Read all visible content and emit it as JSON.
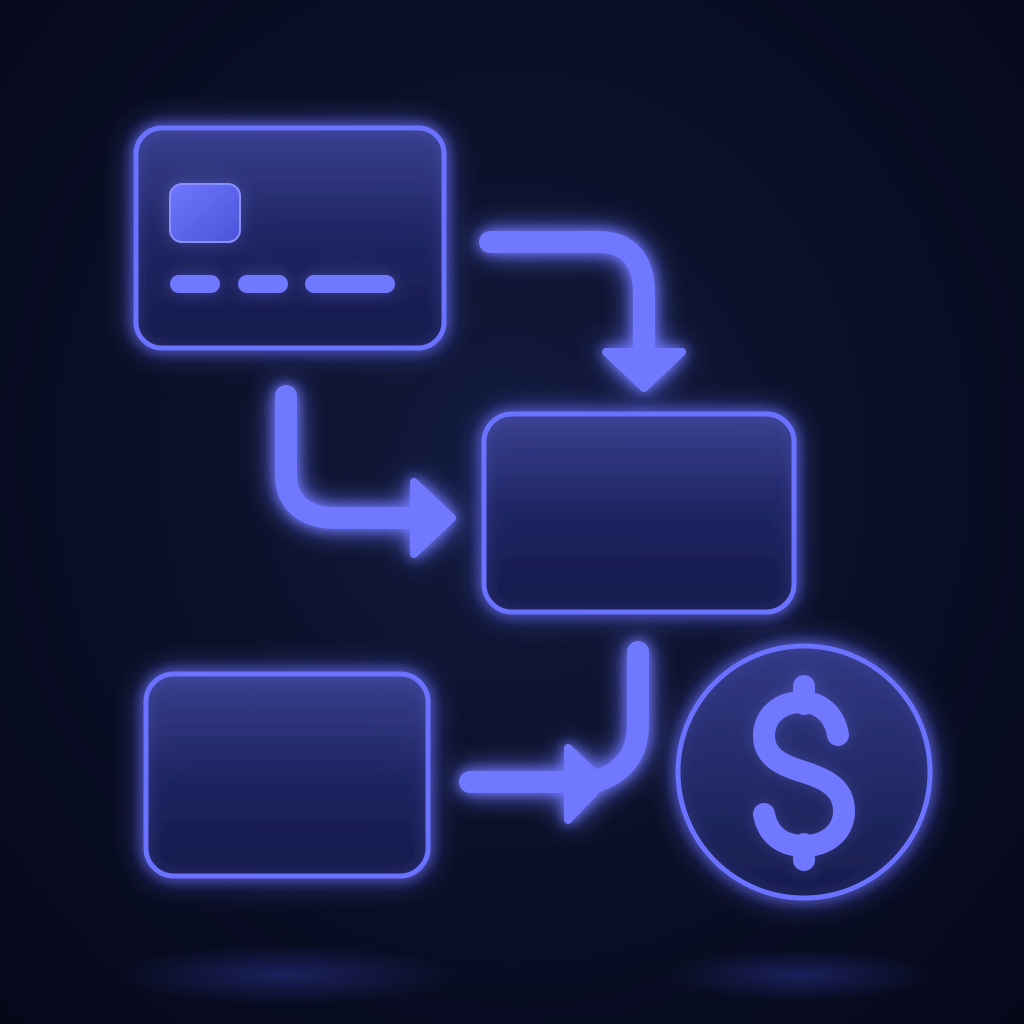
{
  "diagram": {
    "nodes": [
      {
        "id": "card",
        "shape": "credit-card-icon"
      },
      {
        "id": "process",
        "shape": "rounded-rectangle"
      },
      {
        "id": "account",
        "shape": "rounded-rectangle"
      },
      {
        "id": "payment",
        "shape": "dollar-coin-icon",
        "symbol": "$"
      }
    ],
    "connectors": [
      {
        "from": "card",
        "to": "process",
        "style": "curved-arrow"
      },
      {
        "from": "card",
        "to": "process",
        "style": "elbow-arrow"
      },
      {
        "from": "card",
        "to": "account",
        "style": "line"
      },
      {
        "from": "account",
        "to": "payment",
        "style": "merge-arrow"
      }
    ],
    "colors": {
      "background": "#080b1a",
      "stroke": "#6a72ff",
      "glow": "#4b4ff0",
      "fill": "#1a2150"
    }
  }
}
